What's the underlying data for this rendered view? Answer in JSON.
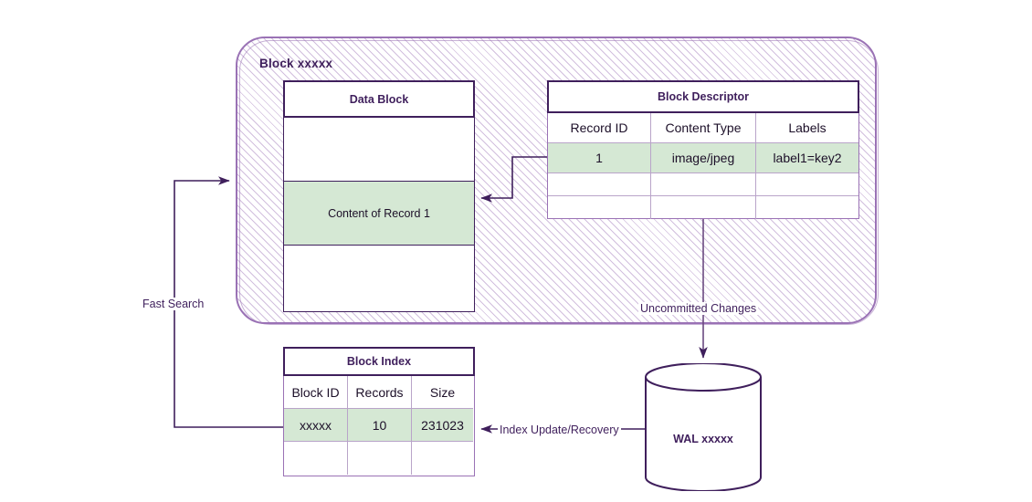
{
  "container": {
    "title": "Block xxxxx"
  },
  "data_block": {
    "title": "Data Block",
    "slots": [
      {
        "label": "",
        "highlight": false
      },
      {
        "label": "Content of Record 1",
        "highlight": true
      },
      {
        "label": "",
        "highlight": false
      }
    ]
  },
  "block_descriptor": {
    "title": "Block Descriptor",
    "columns": [
      "Record ID",
      "Content Type",
      "Labels"
    ],
    "rows": [
      {
        "cells": [
          "1",
          "image/jpeg",
          "label1=key2"
        ],
        "highlight": true
      },
      {
        "cells": [
          "",
          "",
          ""
        ],
        "highlight": false
      },
      {
        "cells": [
          "",
          "",
          ""
        ],
        "highlight": false
      }
    ]
  },
  "block_index": {
    "title": "Block Index",
    "columns": [
      "Block ID",
      "Records",
      "Size"
    ],
    "rows": [
      {
        "cells": [
          "xxxxx",
          "10",
          "231023"
        ],
        "highlight": true
      },
      {
        "cells": [
          "",
          "",
          ""
        ],
        "highlight": false
      }
    ]
  },
  "wal": {
    "label": "WAL xxxxx",
    "shape": "cylinder-icon"
  },
  "edges": {
    "fast_search": "Fast Search",
    "uncommitted_changes": "Uncommitted Changes",
    "index_update_recovery": "Index Update/Recovery"
  },
  "colors": {
    "stroke_dark": "#3f1f5c",
    "stroke_light": "#9a72b5",
    "highlight_green": "#d5e8d4",
    "background": "#ffffff"
  }
}
